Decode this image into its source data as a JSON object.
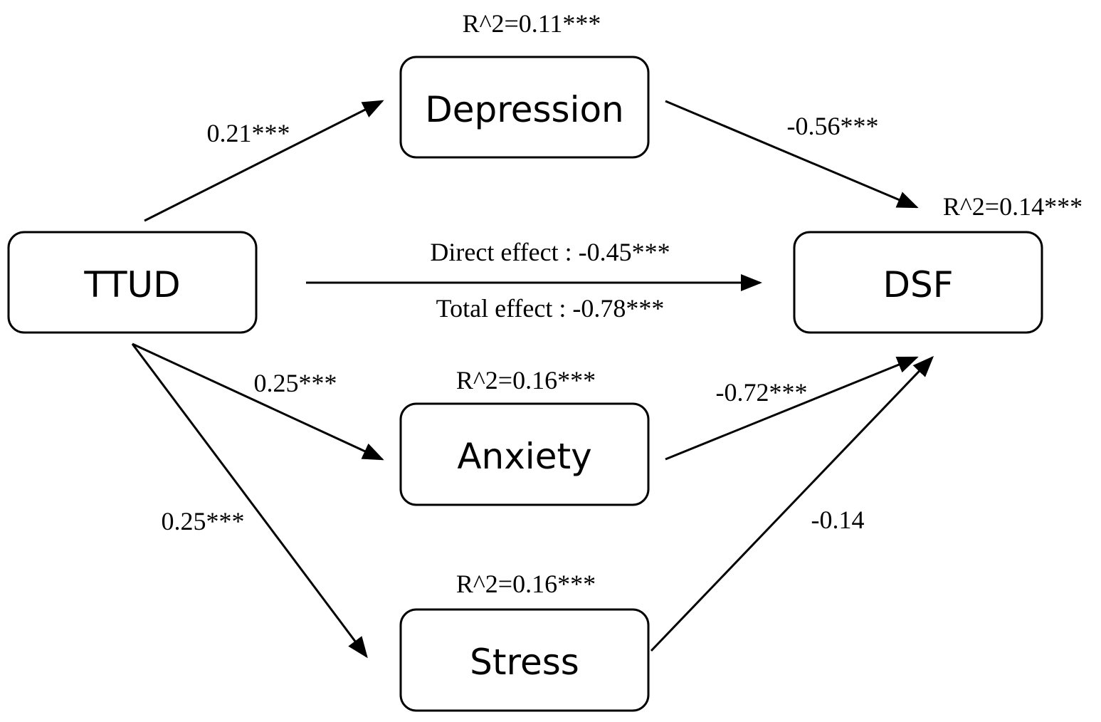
{
  "nodes": {
    "ttud": "TTUD",
    "depression": "Depression",
    "anxiety": "Anxiety",
    "stress": "Stress",
    "dsf": "DSF"
  },
  "r_squared": {
    "depression": "R^2=0.11***",
    "anxiety": "R^2=0.16***",
    "stress": "R^2=0.16***",
    "dsf": "R^2=0.14***"
  },
  "paths": {
    "ttud_to_depression": "0.21***",
    "ttud_to_anxiety": "0.25***",
    "ttud_to_stress": "0.25***",
    "depression_to_dsf": "-0.56***",
    "anxiety_to_dsf": "-0.72***",
    "stress_to_dsf": "-0.14",
    "direct_effect": "Direct effect : -0.45***",
    "total_effect": "Total effect : -0.78***"
  }
}
